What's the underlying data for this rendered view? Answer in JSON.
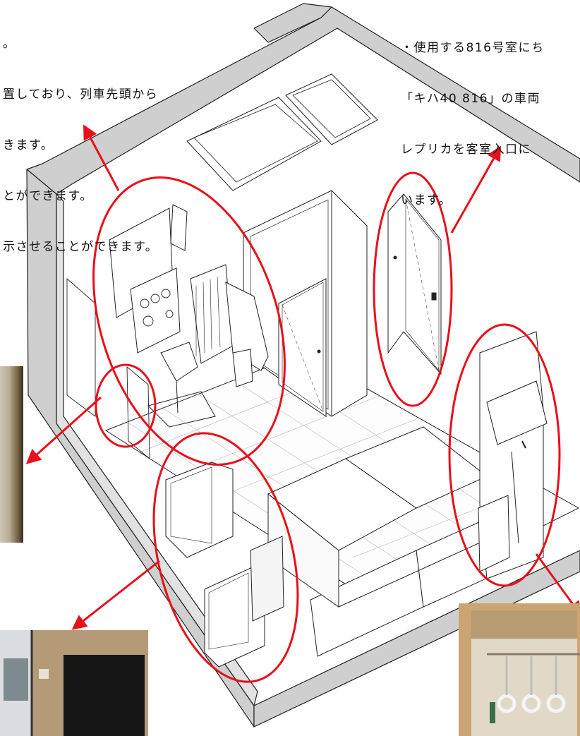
{
  "notes": {
    "left": [
      "。",
      "置しており、列車先頭から",
      "きます。",
      "とができます。",
      "示させることができます。"
    ],
    "right": [
      "・使用する816号室にち",
      "「キハ40 816」の車両",
      "レプリカを客室入口に",
      "います。"
    ]
  },
  "callouts": [
    {
      "label": "driver-cab-simulator",
      "arrow_target": "top-left-note"
    },
    {
      "label": "room-entrance-door",
      "arrow_target": "top-right-note"
    },
    {
      "label": "window-blind",
      "arrow_target": "left-photo"
    },
    {
      "label": "seating-and-monitor",
      "arrow_target": "bottom-left-photo"
    },
    {
      "label": "hanger-and-straps",
      "arrow_target": "bottom-right-photo"
    }
  ],
  "colors": {
    "callout": "#e8101a",
    "line": "#222222",
    "wall": "#cfcfcf",
    "wall_side": "#e2e2e2"
  }
}
